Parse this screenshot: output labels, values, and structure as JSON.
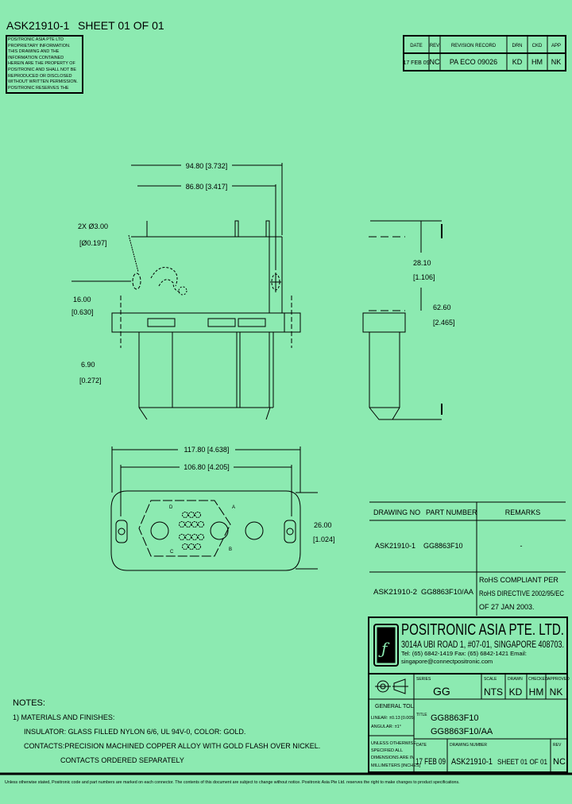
{
  "header": {
    "part": "ASK21910-1",
    "sheet": "SHEET 01 OF 01"
  },
  "notice": "POSITRONIC ASIA PTE LTD PROPRIETARY INFORMATION. THIS DRAWING AND THE INFORMATION CONTAINED HEREIN ARE THE PROPERTY OF POSITRONIC AND SHALL NOT BE REPRODUCED OR DISCLOSED WITHOUT WRITTEN PERMISSION. POSITRONIC RESERVES THE RIGHT TO MAKE CHANGES.",
  "revision": {
    "headers": [
      "DATE",
      "REV",
      "REVISION RECORD",
      "DRN",
      "CKD",
      "APP"
    ],
    "row": [
      "17 FEB 09",
      "NC",
      "PA ECO 09026",
      "KD",
      "HM",
      "NK"
    ]
  },
  "dims": {
    "d1": "94.80 [3.732]",
    "d2": "86.80 [3.417]",
    "holes_a": "2X Ø3.00",
    "holes_b": "[Ø0.197]",
    "h1a": "16.00",
    "h1b": "[0.630]",
    "h2a": "6.90",
    "h2b": "[0.272]",
    "s1a": "28.10",
    "s1b": "[1.106]",
    "s2a": "62.60",
    "s2b": "[2.465]",
    "b1": "117.80 [4.638]",
    "b2": "106.80 [4.205]",
    "b3a": "26.00",
    "b3b": "[1.024]",
    "pin_a": "A",
    "pin_b": "B",
    "pin_c": "C",
    "pin_d": "D"
  },
  "parts_table": {
    "headers": [
      "DRAWING NO",
      "PART NUMBER",
      "REMARKS"
    ],
    "rows": [
      {
        "drawing": "ASK21910-1",
        "part": "GG8863F10",
        "remarks": "-"
      },
      {
        "drawing": "ASK21910-2",
        "part": "GG8863F10/AA",
        "remarks_lines": [
          "RoHS COMPLIANT PER",
          "RoHS DIRECTIVE 2002/95/EC",
          "OF 27 JAN 2003."
        ]
      }
    ]
  },
  "company": {
    "name": "POSITRONIC ASIA PTE. LTD.",
    "address": "3014A UBI ROAD 1, #07-01, SINGAPORE 408703.",
    "contact": "Tel: (65) 6842-1419  Fax: (65) 6842-1421  Email: singapore@connectpositronic.com"
  },
  "title_block": {
    "series_label": "SERIES",
    "series": "GG",
    "scale_label": "SCALE",
    "scale": "NTS",
    "drawn_label": "DRAWN",
    "drawn": "KD",
    "checked_label": "CHECKED",
    "checked": "HM",
    "approved_label": "APPROVED",
    "approved": "NK",
    "general_tol": "GENERAL TOL",
    "linear": "LINEAR: ±0.13 [0.005]",
    "angular": "ANGULAR: ±1°",
    "unless": [
      "UNLESS OTHERWISE",
      "SPECIFIED ALL",
      "DIMENSIONS ARE IN",
      "MILLIMETERS [INCHES]"
    ],
    "title_label": "TITLE",
    "title1": "GG8863F10",
    "title2": "GG8863F10/AA",
    "date_label": "DATE",
    "date": "17 FEB 09",
    "dwg_label": "DRAWING NUMBER",
    "dwg": "ASK21910-1",
    "sheet": "SHEET 01 OF 01",
    "rev_label": "REV",
    "rev": "NC"
  },
  "notes": {
    "title": "NOTES:",
    "lines": [
      "1) MATERIALS AND FINISHES:",
      "INSULATOR: GLASS FILLED NYLON 6/6, UL 94V-0, COLOR: GOLD.",
      "CONTACTS:PRECISION MACHINED COPPER ALLOY WITH GOLD FLASH OVER NICKEL.",
      "CONTACTS ORDERED SEPARATELY"
    ]
  },
  "footer": "Unless otherwise stated, Positronic code and part numbers are marked on each connector. The contents of this document are subject to change without notice. Positronic Asia Pte Ltd. reserves the right to make changes to product specifications."
}
